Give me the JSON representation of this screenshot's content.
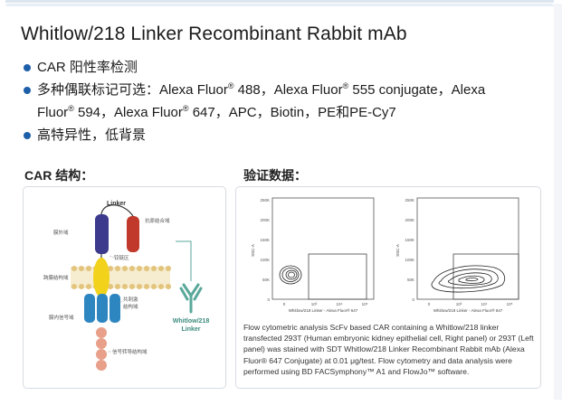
{
  "title": "Whitlow/218 Linker Recombinant Rabbit mAb",
  "bullets": {
    "b1": "CAR 阳性率检测",
    "b2_a": "多种偶联标记可选：Alexa Fluor",
    "b2_b": " 488，Alexa Fluor",
    "b2_c": " 555 conjugate，Alexa",
    "b2_d": "Fluor",
    "b2_e": " 594，Alexa Fluor",
    "b2_f": " 647，APC，Biotin，PE和PE-Cy7",
    "reg": "®",
    "b3": "高特异性，低背景"
  },
  "sections": {
    "car": "CAR 结构：",
    "validation": "验证数据："
  },
  "car_diagram": {
    "linker": "Linker",
    "antigen_domain": "抗原结合域",
    "hinge": "铰链区",
    "extracellular": "膜外域",
    "transmembrane": "跨膜结构域",
    "intracellular": "膜内信号域",
    "costim": "共刺激",
    "costim2": "结构域",
    "signal": "信号转导结构域",
    "antibody_l1": "Whitlow/218",
    "antibody_l2": "Linker"
  },
  "plots": {
    "ylabel": "SSC-A",
    "xlabel": "Whitlow/218 Linker - Alexa Fluor® 647",
    "yticks": [
      "250K",
      "200K",
      "150K",
      "100K",
      "50K",
      "0"
    ],
    "xticks": [
      "0",
      "10³",
      "10⁴",
      "10⁵"
    ]
  },
  "caption": "Flow cytometric analysis ScFv based CAR containing a  Whitlow/218 linker transfected 293T (Human embryonic kidney epithelial cell, Right panel) or 293T (Left panel) was stained with SDT Whitlow/218 Linker Recombinant Rabbit mAb (Alexa Fluor® 647 Conjugate) at 0.01 μg/test. Flow cytometry and data analysis were performed using BD FACSymphony™ A1 and FlowJo™ software.",
  "colors": {
    "bullet": "#1d5fa8",
    "scfv_purple": "#3b3a8c",
    "scfv_red": "#c0392b",
    "hinge": "#f2d21b",
    "tm": "#e8c97a",
    "costim": "#2e86c1",
    "signal": "#e8a08a",
    "antibody": "#5aa89a"
  }
}
